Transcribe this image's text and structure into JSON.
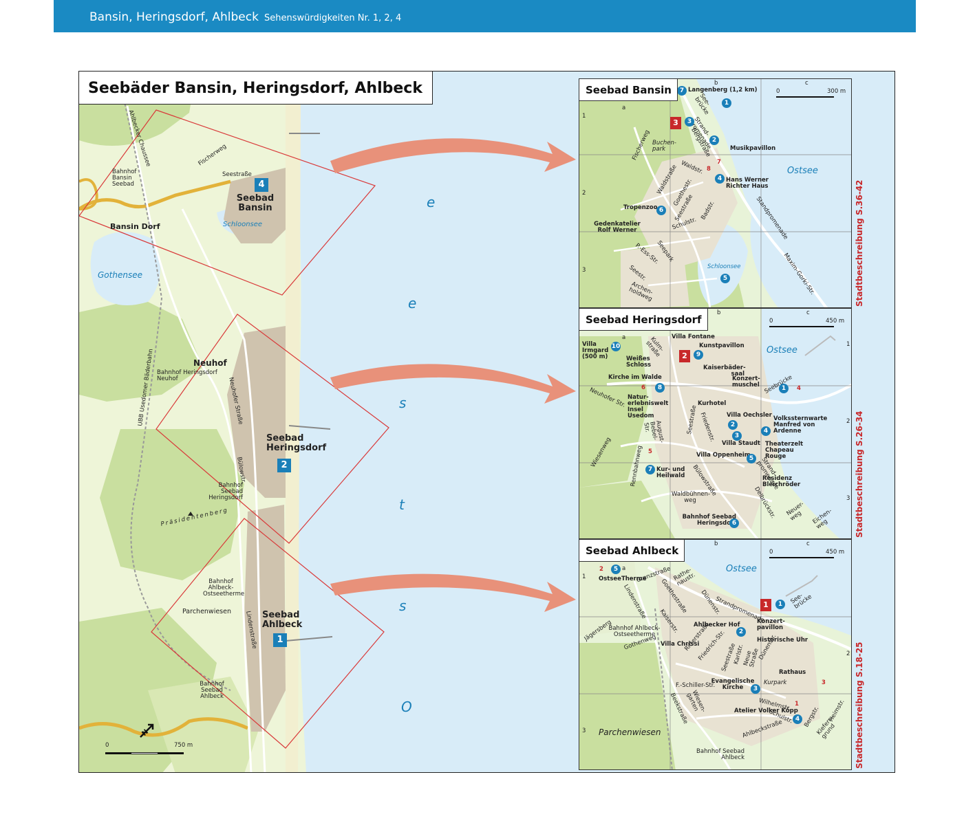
{
  "header": {
    "place": "Bansin, Heringsdorf, Ahlbeck",
    "sights": "Sehenswürdigkeiten Nr. 1, 2, 4"
  },
  "overview": {
    "title": "Seebäder Bansin, Heringsdorf, Ahlbeck",
    "sea_letters": [
      "e",
      "e",
      "s",
      "t",
      "s",
      "O"
    ],
    "towns": [
      "Seebad Bansin",
      "Seebad Heringsdorf",
      "Seebad Ahlbeck"
    ],
    "town_markers": [
      "4",
      "2",
      "1"
    ],
    "places": [
      "Bansin Dorf",
      "Neuhof",
      "Parchenwiesen"
    ],
    "lakes": [
      "Gothensee",
      "Schloonsee"
    ],
    "stations": [
      "Bahnhof Bansin Seebad",
      "Bahnhof Heringsdorf Neuhof",
      "Bahnhof Seebad Heringsdorf",
      "Bahnhof Ahlbeck-Ostseetherme",
      "Bahnhof Seebad Ahlbeck"
    ],
    "streets": [
      "Ahlbecker Chaussee",
      "Fischerweg",
      "Seestraße",
      "Neuhofer Straße",
      "Bülowstr.",
      "Lindenstraße",
      "UBB Usedomer Bäderbahn"
    ],
    "hill": "Präsidentenberg",
    "scale": {
      "start": "0",
      "end": "750 m"
    }
  },
  "insets": {
    "bansin": {
      "title": "Seebad Bansin",
      "side_ref": "Stadtbeschreibung S.36-42",
      "scale": {
        "start": "0",
        "end": "300 m"
      },
      "cols": [
        "a",
        "b",
        "c"
      ],
      "rows": [
        "1",
        "2",
        "3"
      ],
      "sea": "Ostsee",
      "lake": "Schloonsee",
      "labels": [
        "Langenberg (1,2 km)",
        "Musikpavillon",
        "Hans Werner Richter Haus",
        "Tropenzoo",
        "Gedenkatelier Rolf Werner",
        "Buchen-park",
        "Fischerweg",
        "Waldstraße",
        "Goethestr.",
        "Seestraße",
        "Schulstr.",
        "Badstr.",
        "Seepark",
        "P.-Ess-Str.",
        "Seestr.",
        "Archen-holdweg",
        "Strand-promenade",
        "Bergstraße",
        "Standpromenade",
        "Maxim-Gorki-Str.",
        "See-brücke",
        "Waldstr."
      ],
      "pois": [
        "7",
        "1",
        "3",
        "2",
        "4",
        "6",
        "5"
      ],
      "highlights": [
        "3"
      ],
      "tips": [
        "8",
        "7"
      ]
    },
    "heringsdorf": {
      "title": "Seebad Heringsdorf",
      "side_ref": "Stadtbeschreibung S.26-34",
      "scale": {
        "start": "0",
        "end": "450 m"
      },
      "cols": [
        "a",
        "b",
        "c"
      ],
      "rows": [
        "1",
        "2",
        "3"
      ],
      "sea": "Ostsee",
      "labels": [
        "Villa Irmgard (500 m)",
        "Weißes Schloss",
        "Kirche im Walde",
        "Villa Fontane",
        "Kunstpavillon",
        "Kaiserbäder-saal",
        "Konzert-muschel",
        "Natur-erlebniswelt Insel Usedom",
        "Kurhotel",
        "Villa Oechsler",
        "Volkssternwarte Manfred von Ardenne",
        "Villa Staudt",
        "Theaterzelt Chapeau Rouge",
        "Villa Oppenheim",
        "Kur- und Heilwald",
        "Residenz Bleichröder",
        "Waldbühnen-weg",
        "Bahnhof Seebad Heringsdorf",
        "Seebrücke",
        "Neuhofer Str.",
        "Wiesenweg",
        "Rennbahnweg",
        "Seestraße",
        "Friedenstr.",
        "August-Bebel-Str.",
        "Bülowstraße",
        "Delbrückstr.",
        "Strand-promenade",
        "Neuer-weg",
        "Eichen-weg",
        "Kulm-straße"
      ],
      "pois": [
        "10",
        "9",
        "8",
        "1",
        "2",
        "3",
        "4",
        "5",
        "7",
        "6"
      ],
      "highlights": [
        "2"
      ],
      "tips": [
        "6",
        "4",
        "5"
      ]
    },
    "ahlbeck": {
      "title": "Seebad Ahlbeck",
      "side_ref": "Stadtbeschreibung S.18-25",
      "scale": {
        "start": "0",
        "end": "450 m"
      },
      "cols": [
        "a",
        "b",
        "c"
      ],
      "rows": [
        "1",
        "2",
        "3"
      ],
      "sea": "Ostsee",
      "labels": [
        "OstseeTherme",
        "Ahlbecker Hof",
        "Konzert-pavillon",
        "Historische Uhr",
        "Villa Chrissi",
        "Rathaus",
        "Kurpark",
        "Evangelische Kirche",
        "Atelier Volker Köpp",
        "Parchenwiesen",
        "Bahnhof Ahlbeck-Ostseetherme",
        "Bahnhof Seebad Ahlbeck",
        "Jägersberg",
        "Gothenweg",
        "Lindenstraße",
        "Goethestraße",
        "Dünenstr.",
        "Strandpromenade",
        "Kaiserstr.",
        "Ritterstraße",
        "Friedrich-Str.",
        "Seestraße",
        "Karlstr.",
        "Neue Straße",
        "Dünenstr.",
        "Wilhelmstr.",
        "Schulstr.",
        "Bergstr.",
        "Heimstr.",
        "Kiefern-grund",
        "F.-Schiller-Str.",
        "Beekstraße",
        "Wiesen-garten",
        "Ahlbeckstraße",
        "See-brücke",
        "Grenzstraße",
        "Rathe-naustr."
      ],
      "pois": [
        "5",
        "1",
        "2",
        "3",
        "4"
      ],
      "highlights": [
        "1"
      ],
      "tips": [
        "2",
        "1",
        "3"
      ]
    }
  },
  "colors": {
    "header": "#1a8ac3",
    "sea": "#d8ecf8",
    "land": "#eef5d8",
    "forest": "#c9df9f",
    "town": "#cfc3ae",
    "poi": "#1a7fb8",
    "highlight": "#c8282a",
    "arrow": "#e8917a",
    "frame": "#d93a3a"
  }
}
